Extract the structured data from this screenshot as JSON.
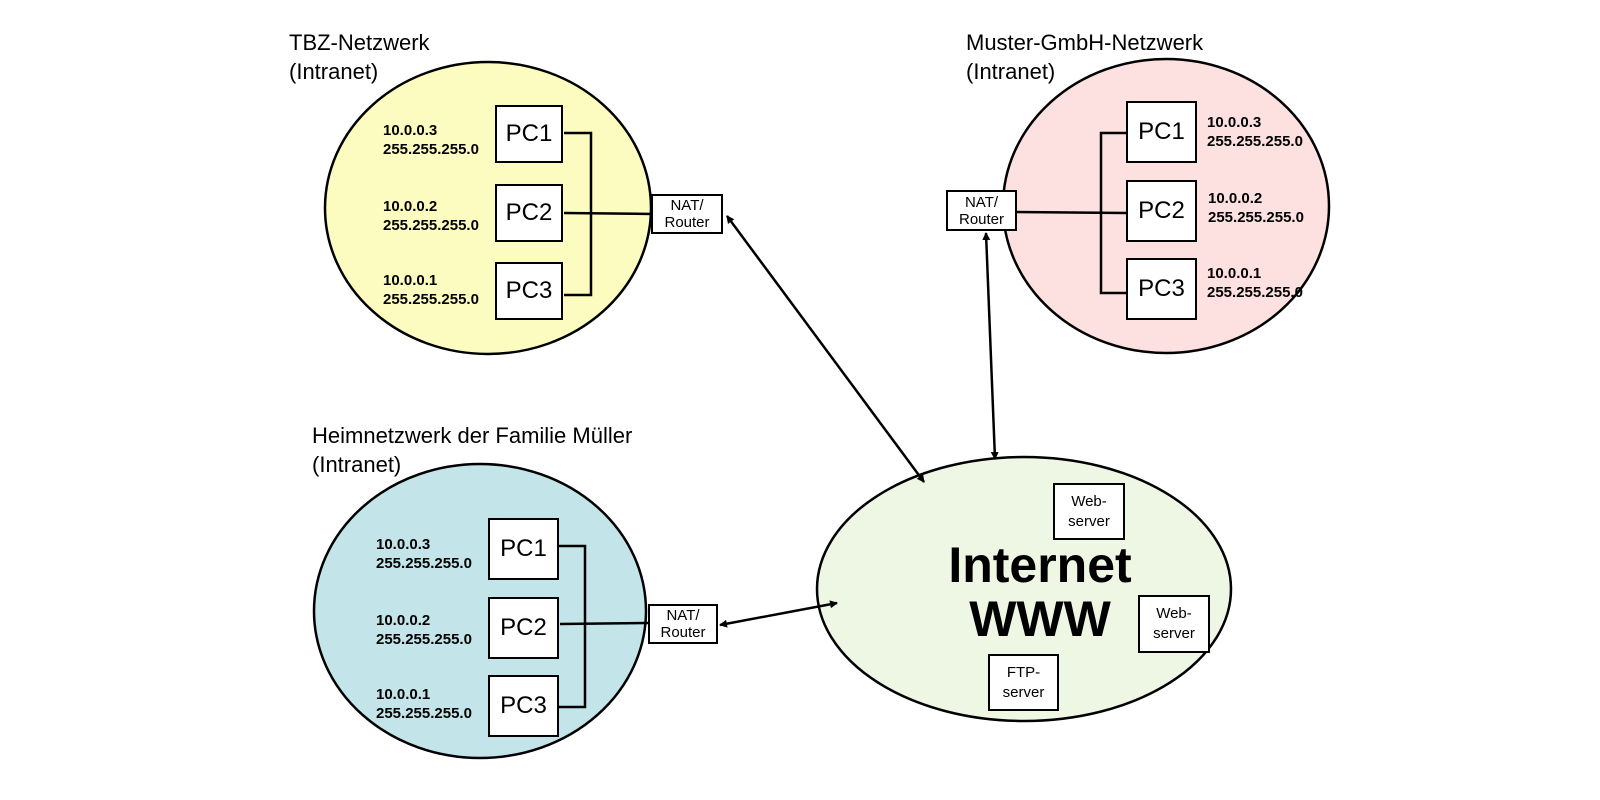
{
  "colors": {
    "tbz_fill": "#fdfcc0",
    "muster_fill": "#fde0e0",
    "home_fill": "#c3e4e8",
    "internet_fill": "#eef6e4",
    "stroke": "#000000"
  },
  "networks": {
    "tbz": {
      "title_line1": "TBZ-Netzwerk",
      "title_line2": "(Intranet)",
      "router": {
        "line1": "NAT/",
        "line2": "Router"
      },
      "pcs": [
        {
          "name": "PC1",
          "ip": "10.0.0.3",
          "mask": "255.255.255.0"
        },
        {
          "name": "PC2",
          "ip": "10.0.0.2",
          "mask": "255.255.255.0"
        },
        {
          "name": "PC3",
          "ip": "10.0.0.1",
          "mask": "255.255.255.0"
        }
      ]
    },
    "muster": {
      "title_line1": "Muster-GmbH-Netzwerk",
      "title_line2": "(Intranet)",
      "router": {
        "line1": "NAT/",
        "line2": "Router"
      },
      "pcs": [
        {
          "name": "PC1",
          "ip": "10.0.0.3",
          "mask": "255.255.255.0"
        },
        {
          "name": "PC2",
          "ip": "10.0.0.2",
          "mask": "255.255.255.0"
        },
        {
          "name": "PC3",
          "ip": "10.0.0.1",
          "mask": "255.255.255.0"
        }
      ]
    },
    "home": {
      "title_line1": "Heimnetzwerk der Familie Müller",
      "title_line2": "(Intranet)",
      "router": {
        "line1": "NAT/",
        "line2": "Router"
      },
      "pcs": [
        {
          "name": "PC1",
          "ip": "10.0.0.3",
          "mask": "255.255.255.0"
        },
        {
          "name": "PC2",
          "ip": "10.0.0.2",
          "mask": "255.255.255.0"
        },
        {
          "name": "PC3",
          "ip": "10.0.0.1",
          "mask": "255.255.255.0"
        }
      ]
    }
  },
  "internet": {
    "line1": "Internet",
    "line2": "WWW",
    "servers": [
      {
        "line1": "Web-",
        "line2": "server"
      },
      {
        "line1": "Web-",
        "line2": "server"
      },
      {
        "line1": "FTP-",
        "line2": "server"
      }
    ]
  }
}
